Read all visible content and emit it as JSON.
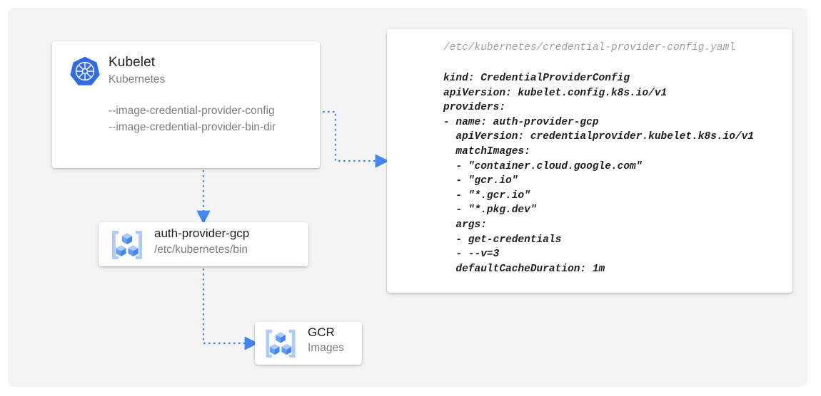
{
  "canvas": {
    "background_color": "#f4f4f4",
    "accent_color": "#4285f4"
  },
  "nodes": {
    "kubelet": {
      "icon": "kubernetes-helm-wheel-icon",
      "title": "Kubelet",
      "subtitle": "Kubernetes",
      "flags": [
        "--image-credential-provider-config",
        "--image-credential-provider-bin-dir"
      ]
    },
    "auth_provider": {
      "icon": "gcp-container-registry-icon",
      "title": "auth-provider-gcp",
      "subtitle": "/etc/kubernetes/bin"
    },
    "gcr": {
      "icon": "gcp-container-registry-icon",
      "title": "GCR",
      "subtitle": "Images"
    }
  },
  "yaml_panel": {
    "path": "/etc/kubernetes/credential-provider-config.yaml",
    "content": "kind: CredentialProviderConfig\napiVersion: kubelet.config.k8s.io/v1\nproviders:\n- name: auth-provider-gcp\n  apiVersion: credentialprovider.kubelet.k8s.io/v1\n  matchImages:\n  - \"container.cloud.google.com\"\n  - \"gcr.io\"\n  - \"*.gcr.io\"\n  - \"*.pkg.dev\"\n  args:\n  - get-credentials\n  - --v=3\n  defaultCacheDuration: 1m"
  },
  "connectors": [
    {
      "name": "kubelet-config-to-yaml",
      "style": "dotted",
      "arrow": "right"
    },
    {
      "name": "kubelet-to-auth-provider",
      "style": "dotted",
      "arrow": "down"
    },
    {
      "name": "auth-provider-to-gcr",
      "style": "dotted",
      "arrow": "right"
    }
  ]
}
